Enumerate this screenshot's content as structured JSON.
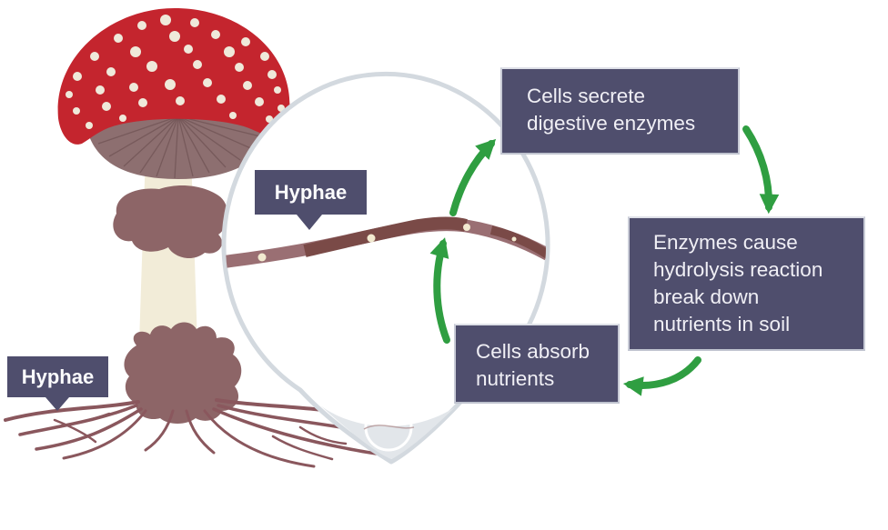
{
  "title": "Fungus hyphae digestion diagram",
  "labels": {
    "hyphae_magnified": "Hyphae",
    "hyphae_soil": "Hyphae"
  },
  "callouts": {
    "secrete": "Cells secrete\ndigestive enzymes",
    "hydrolysis": "Enzymes cause\nhydrolysis reaction\nbreak down\nnutrients in soil",
    "absorb": "Cells absorb\nnutrients"
  },
  "icons": {
    "magnifier": "magnifier-balloon-icon",
    "arrows": "curved-green-arrow-icon"
  },
  "colors": {
    "callout_bg": "#4f4e6d",
    "callout_text": "#f0eff5",
    "arrow_green": "#2f9e41",
    "mushroom_cap_red": "#c4252e",
    "cap_spots": "#efe9da",
    "stem_cream": "#f2ecd8",
    "gills_mauve": "#8d6f70",
    "gill_line": "#5d4142",
    "ring_volva": "#8d6567",
    "hyphae_brown": "#8a575d",
    "hypha_light": "#9a6f73",
    "hypha_dark": "#7a4a47",
    "hypha_dot": "#f2ead0",
    "magnifier_stroke": "#d3d9df",
    "magnifier_shade": "#e2e6ea"
  }
}
